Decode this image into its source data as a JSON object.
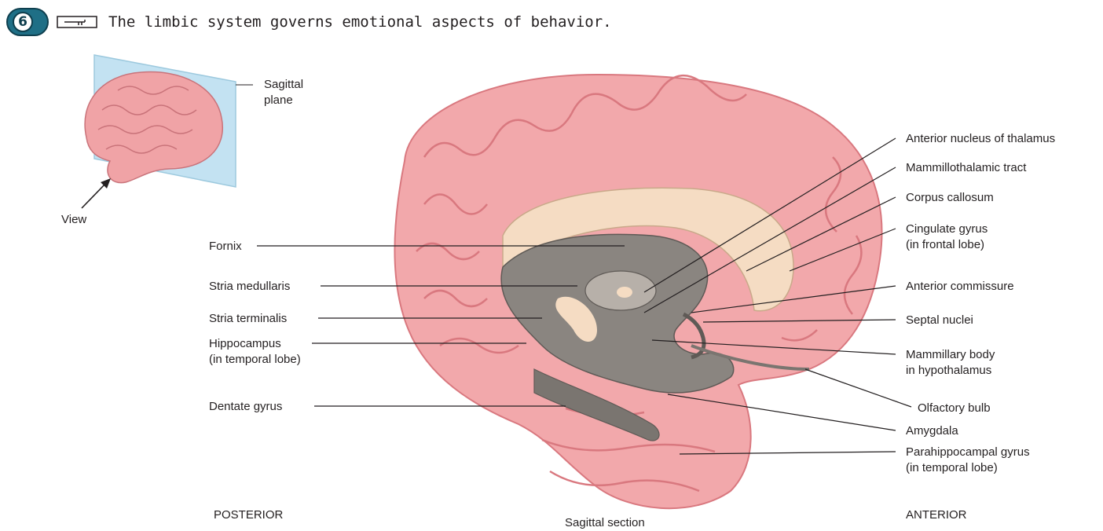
{
  "header": {
    "badge_glyph": "6",
    "icon": "key-icon",
    "headline": "The limbic system governs emotional aspects of behavior."
  },
  "inset": {
    "plane_label_1": "Sagittal",
    "plane_label_2": "plane",
    "view_label": "View"
  },
  "labels_left": {
    "fornix": "Fornix",
    "stria_medullaris": "Stria medullaris",
    "stria_terminalis": "Stria terminalis",
    "hippocampus_1": "Hippocampus",
    "hippocampus_2": "(in temporal lobe)",
    "dentate_gyrus": "Dentate gyrus"
  },
  "labels_right": {
    "anterior_nucleus": "Anterior nucleus of thalamus",
    "mammillothalamic": "Mammillothalamic tract",
    "corpus_callosum": "Corpus callosum",
    "cingulate_1": "Cingulate gyrus",
    "cingulate_2": "(in frontal lobe)",
    "anterior_commissure": "Anterior commissure",
    "septal_nuclei": "Septal nuclei",
    "mammillary_1": "Mammillary body",
    "mammillary_2": "in hypothalamus",
    "olfactory_bulb": "Olfactory bulb",
    "amygdala": "Amygdala",
    "parahippocampal_1": "Parahippocampal gyrus",
    "parahippocampal_2": "(in temporal lobe)"
  },
  "footer": {
    "posterior": "POSTERIOR",
    "section": "Sagittal section",
    "anterior": "ANTERIOR"
  },
  "colors": {
    "cortex": "#f2a8ab",
    "cortex_dark": "#d9787f",
    "limbic_gray": "#8a8580",
    "callosum": "#f5dcc3",
    "plane_blue": "#a9d4ea",
    "badge": "#1f6f86"
  }
}
